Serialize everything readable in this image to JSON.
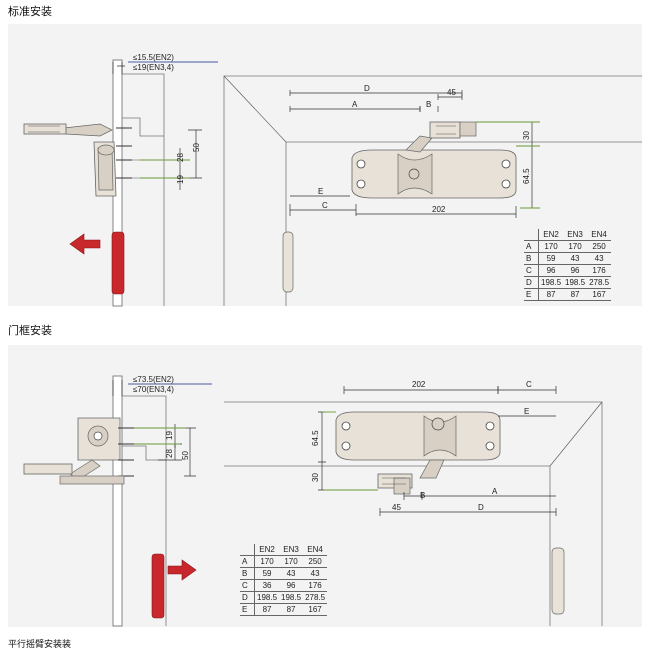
{
  "sections": [
    {
      "title": "标准安装",
      "clearance_en2": "≤15.5(EN2)",
      "clearance_en34": "≤19(EN3,4)",
      "dims": {
        "d50": "50",
        "d28": "28",
        "d19": "19",
        "D": "D",
        "A": "A",
        "B": "B",
        "d45": "45",
        "d30": "30",
        "d64_5": "64.5",
        "E": "E",
        "C": "C",
        "d202": "202"
      },
      "table": {
        "headers": [
          "",
          "EN2",
          "EN3",
          "EN4"
        ],
        "rows": [
          [
            "A",
            "170",
            "170",
            "250"
          ],
          [
            "B",
            "59",
            "43",
            "43"
          ],
          [
            "C",
            "96",
            "96",
            "176"
          ],
          [
            "D",
            "198.5",
            "198.5",
            "278.5"
          ],
          [
            "E",
            "87",
            "87",
            "167"
          ]
        ]
      }
    },
    {
      "title": "门框安装",
      "clearance_en2": "≤73.5(EN2)",
      "clearance_en34": "≤70(EN3,4)",
      "dims": {
        "d19": "19",
        "d28": "28",
        "d50": "50",
        "d202": "202",
        "C": "C",
        "E": "E",
        "d64_5": "64.5",
        "d30": "30",
        "B": "B",
        "A": "A",
        "d45": "45",
        "D": "D"
      },
      "table": {
        "headers": [
          "",
          "EN2",
          "EN3",
          "EN4"
        ],
        "rows": [
          [
            "A",
            "170",
            "170",
            "250"
          ],
          [
            "B",
            "59",
            "43",
            "43"
          ],
          [
            "C",
            "36",
            "96",
            "176"
          ],
          [
            "D",
            "198.5",
            "198.5",
            "278.5"
          ],
          [
            "E",
            "87",
            "87",
            "167"
          ]
        ]
      }
    }
  ],
  "footer_partial": "平行摇臂安装装"
}
